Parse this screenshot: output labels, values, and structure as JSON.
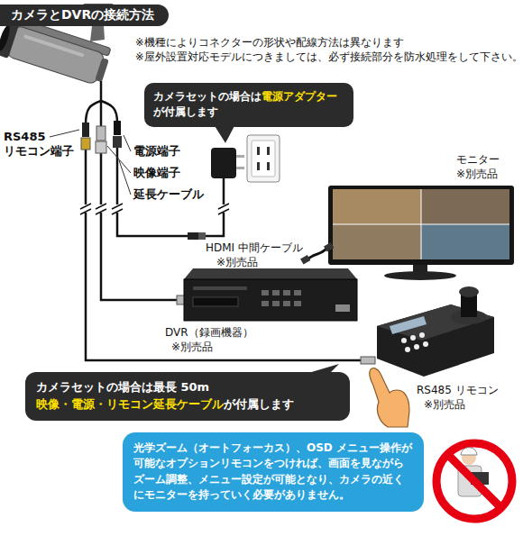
{
  "diagram": {
    "title": "カメラとDVRの接続方法",
    "nodes": [
      {
        "text": [
          "カメラセットの場合は",
          "電源アダプター",
          "が付属します"
        ]
      },
      {
        "text": [
          "カメラセットの場合は最長 50m",
          "映像・電源・リモコン延長ケーブル",
          "が付属します"
        ]
      },
      {
        "text": [
          "光学ズーム（オートフォーカス）、OSD メニュー操作が可能なオプションリモコンをつければ、画面を見ながらズーム調整、メニュー設定が可能となり、カメラの近くにモニターを持っていく必要がありません。"
        ]
      }
    ],
    "labels": [
      "※機種によりコネクターの形状や配線方法は異なります",
      "※屋外設置対応モデルにつきましては、必ず接続部分を防水処理をして下さい。",
      "RS485 リモコン端子",
      "電源端子",
      "映像端子",
      "延長ケーブル",
      "HDMI 中間ケーブル",
      "※別売品",
      "モニター",
      "※別売品",
      "DVR（録画機器）",
      "※別売品",
      "RS485 リモコン",
      "※別売品"
    ]
  }
}
